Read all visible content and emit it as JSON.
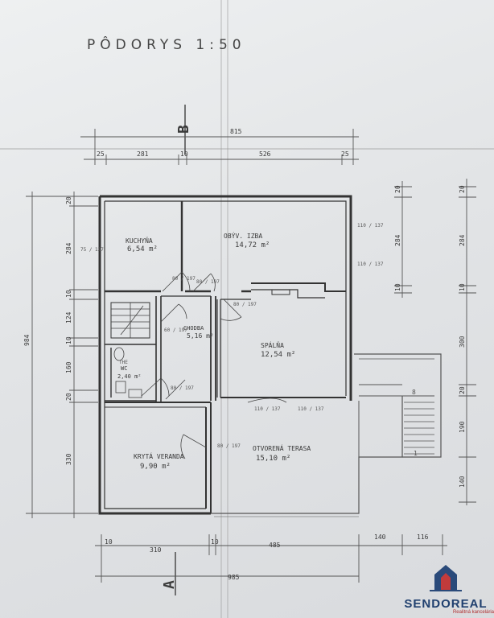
{
  "title": "PÔDORYS 1:50",
  "section_labels": {
    "top": "B",
    "bottom": "A"
  },
  "dims_top": {
    "total": "815",
    "d1": "25",
    "d2": "281",
    "d3": "10",
    "d4": "526",
    "d5": "25"
  },
  "dims_bottom": {
    "total": "985",
    "d1": "10",
    "d2": "310",
    "d3": "10",
    "d4": "485",
    "d5": "140",
    "d6": "116"
  },
  "dims_left": {
    "total": "984",
    "d1": "20",
    "d2": "284",
    "d3": "10",
    "d4": "124",
    "d5": "10",
    "d6": "160",
    "d7": "20",
    "d8": "330"
  },
  "dims_right_inner": {
    "d1": "20",
    "d2": "284",
    "d3": "10"
  },
  "dims_right_outer": {
    "d1": "20",
    "d2": "284",
    "d3": "10",
    "d4": "300",
    "d5": "20",
    "d6": "190",
    "d7": "140"
  },
  "rooms": {
    "kitchen": {
      "name": "KUCHYŇA",
      "area": "6,54 m²"
    },
    "living": {
      "name": "OBÝV. IZBA",
      "area": "14,72 m²"
    },
    "hall": {
      "name": "CHODBA",
      "area": "5,16 m²"
    },
    "bedroom": {
      "name": "SPÁLŇA",
      "area": "12,54 m²"
    },
    "wc": {
      "name": "WC",
      "area": "2,40 m²"
    },
    "veranda": {
      "name": "KRYTÁ VERANDA",
      "area": "9,90 m²"
    },
    "terrace": {
      "name": "OTVORENÁ TERASA",
      "area": "15,10 m²"
    }
  },
  "small_labels": {
    "win_kitchen": "75 / 137",
    "win_living": "110 / 137",
    "win_living2": "110 / 137",
    "door_a": "80 / 197",
    "door_b": "80 / 197",
    "door_c": "80 / 197",
    "door_d": "80 / 197",
    "door_e": "60 / 197",
    "win_bed1": "110 / 137",
    "win_bed2": "110 / 137",
    "door_ver": "80 / 197",
    "step_8": "8",
    "step_1": "1",
    "the": "THE"
  },
  "brand": {
    "name": "SENDOREAL",
    "sub": "Realitná kancelária"
  }
}
